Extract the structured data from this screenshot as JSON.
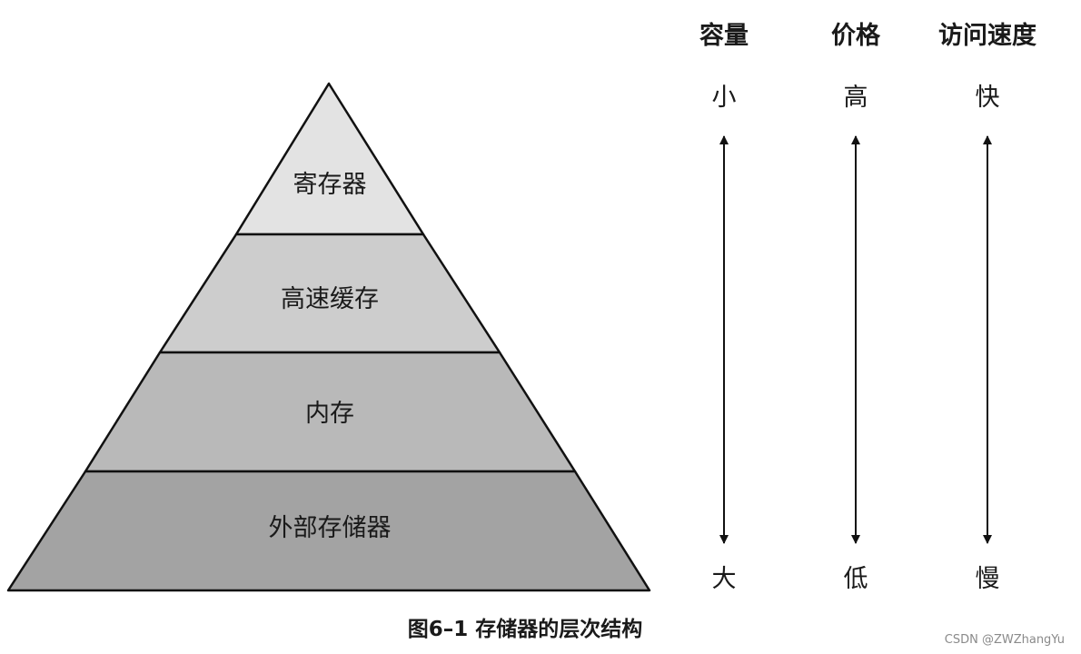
{
  "pyramid": {
    "layers": [
      {
        "label": "寄存器",
        "color": "#e3e3e3"
      },
      {
        "label": "高速缓存",
        "color": "#cdcdcd"
      },
      {
        "label": "内存",
        "color": "#b9b9b9"
      },
      {
        "label": "外部存储器",
        "color": "#a3a3a3"
      }
    ],
    "outline_color": "#111111"
  },
  "scales": [
    {
      "header": "容量",
      "top": "小",
      "bottom": "大"
    },
    {
      "header": "价格",
      "top": "高",
      "bottom": "低"
    },
    {
      "header": "访问速度",
      "top": "快",
      "bottom": "慢"
    }
  ],
  "caption": "图6–1 存储器的层次结构",
  "watermark": "CSDN @ZWZhangYu"
}
